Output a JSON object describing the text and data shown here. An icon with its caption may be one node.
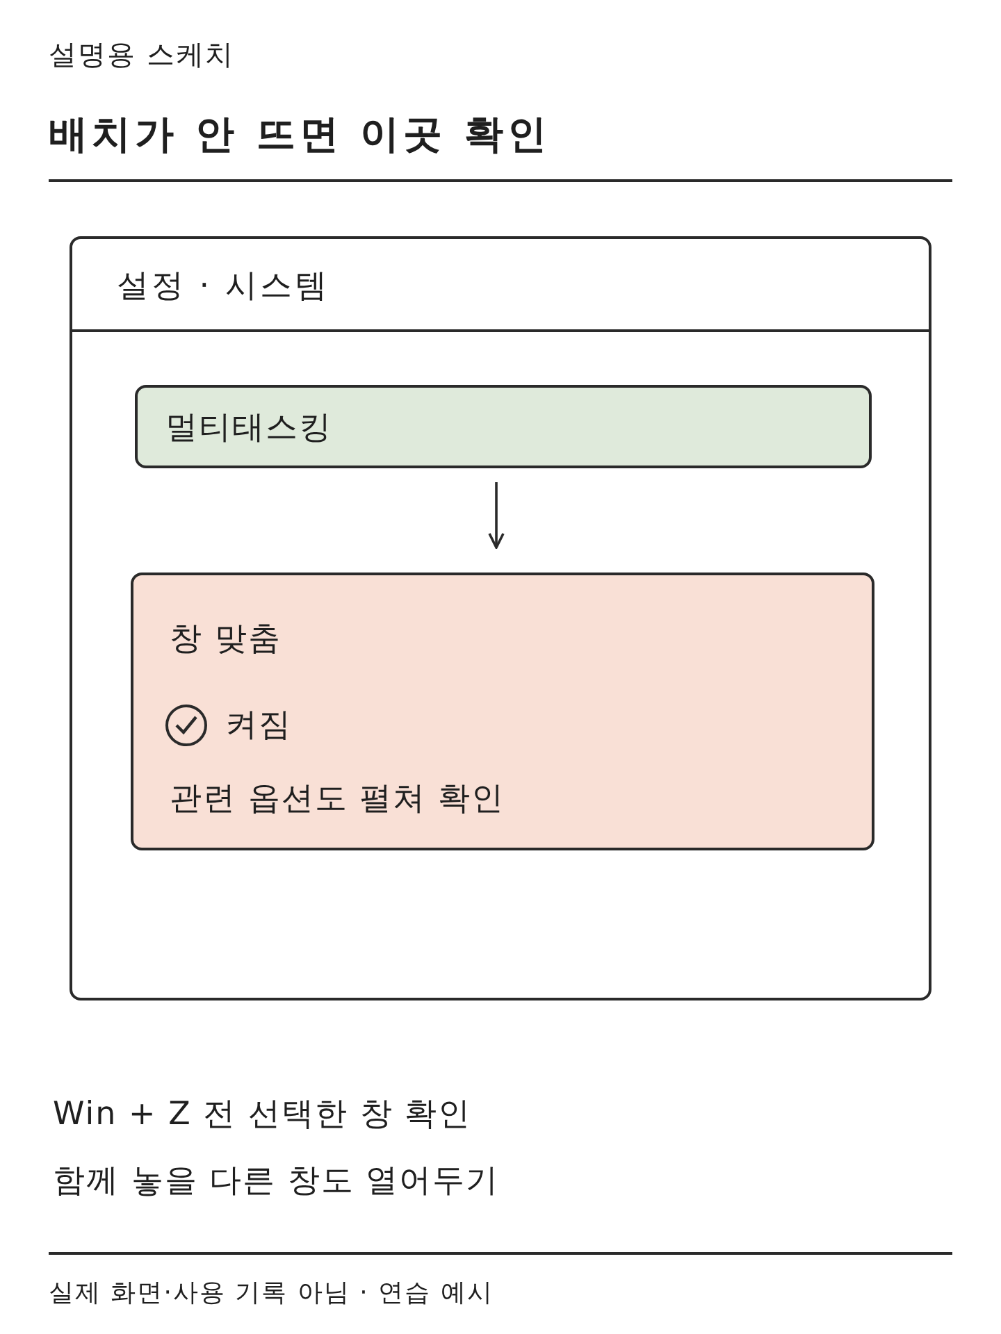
{
  "diagram": {
    "title": "배치가 안 뜨면 이곳 확인",
    "nodes": [
      {
        "text": [
          "설정 · 시스템"
        ]
      },
      {
        "text": [
          "멀티태스킹"
        ],
        "in": 0
      },
      {
        "text": [
          "창 맞춤",
          "켜짐",
          "관련 옵션도 펼쳐 확인"
        ],
        "in": 0
      }
    ],
    "edges": [
      {
        "from": 1,
        "to": 2,
        "arrow": "to"
      }
    ],
    "labels": [
      "설명용 스케치",
      "Win + Z 전 선택한 창 확인",
      "함께 놓을 다른 창도 열어두기",
      "실제 화면·사용 기록 아님 · 연습 예시"
    ]
  }
}
